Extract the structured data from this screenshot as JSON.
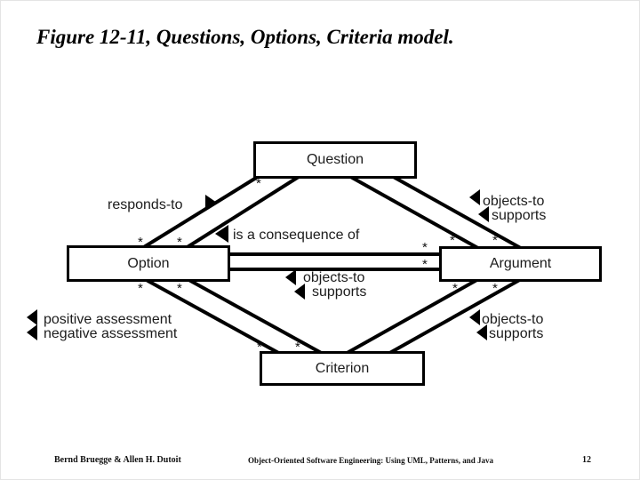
{
  "slide": {
    "title": "Figure 12-11, Questions, Options, Criteria model."
  },
  "diagram": {
    "classes": {
      "question": "Question",
      "option": "Option",
      "argument": "Argument",
      "criterion": "Criterion"
    },
    "labels": {
      "responds_to": "responds-to",
      "is_a_consequence_of": "is a consequence of",
      "objects_to": "objects-to",
      "supports": "supports",
      "positive_assessment": "positive assessment",
      "negative_assessment": "negative assessment",
      "multiplicity": "*"
    },
    "colors": {
      "line": "#000000",
      "box_border": "#000000",
      "box_fill": "#ffffff",
      "background": "#ffffff",
      "text": "#1c1c1c"
    }
  },
  "footer": {
    "authors": "Bernd Bruegge & Allen H. Dutoit",
    "book_title": "Object-Oriented Software Engineering: Using UML, Patterns, and Java",
    "page_number": "12"
  }
}
